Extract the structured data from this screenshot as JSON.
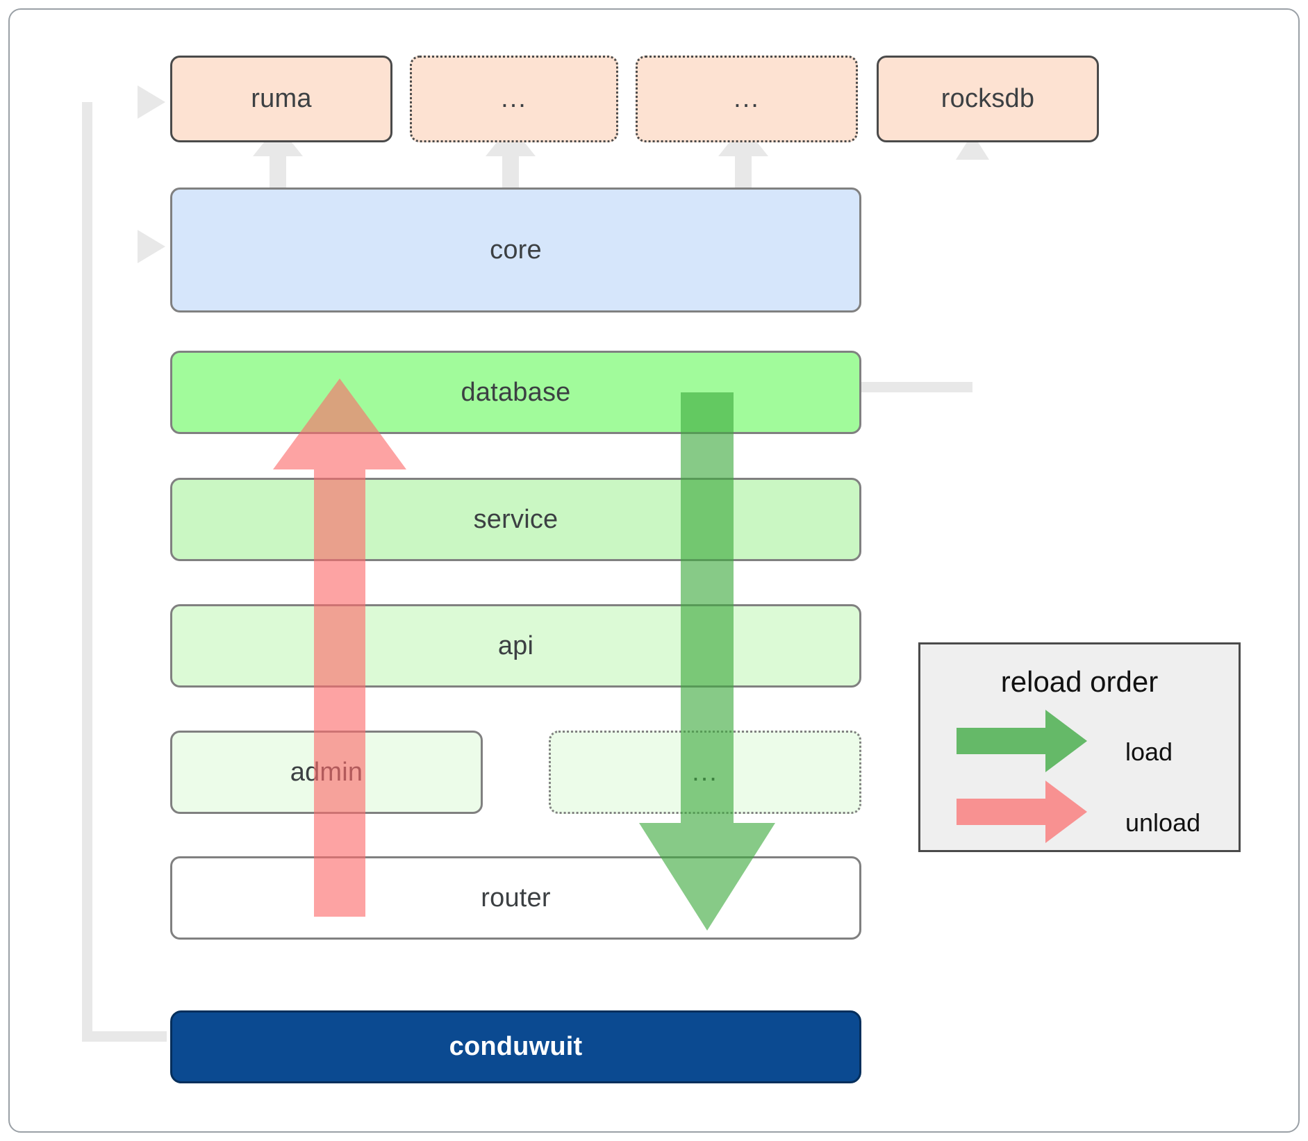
{
  "diagram": {
    "title": "conduwuit crate architecture / reload order",
    "nodes": {
      "ruma": "ruma",
      "dep_placeholder_1": "...",
      "dep_placeholder_2": "...",
      "rocksdb": "rocksdb",
      "core": "core",
      "database": "database",
      "service": "service",
      "api": "api",
      "admin": "admin",
      "layer_placeholder": "...",
      "router": "router",
      "conduwuit": "conduwuit"
    },
    "colors": {
      "dependency_fill": "#fde2d2",
      "dependency_stroke": "#4a4a4a",
      "core_fill": "#d6e6fb",
      "database_fill": "#a1fb9b",
      "service_fill": "#caf7c3",
      "api_fill": "#dcfad6",
      "admin_fill": "#ecfce9",
      "router_fill": "#ffffff",
      "conduwuit_fill": "#0b4a91",
      "node_stroke": "#808080",
      "connector_grey": "#e8e8e8",
      "load_arrow": "#4caf50",
      "unload_arrow": "#f98080",
      "legend_fill": "#efefef",
      "legend_stroke": "#4a4a4a"
    }
  },
  "legend": {
    "title": "reload order",
    "items": [
      {
        "label": "load",
        "color": "#4caf50",
        "icon": "right-arrow"
      },
      {
        "label": "unload",
        "color": "#f98080",
        "icon": "right-arrow"
      }
    ]
  }
}
